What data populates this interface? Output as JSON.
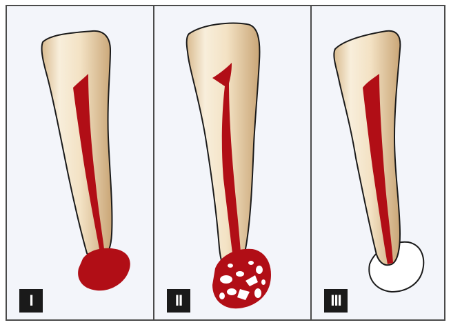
{
  "panels": [
    {
      "label": "I"
    },
    {
      "label": "II"
    },
    {
      "label": "III"
    }
  ],
  "colors": {
    "background": "#f3f5fa",
    "border": "#4a4a4a",
    "tooth_light": "#f7ecd6",
    "tooth_shadow": "#d7b98e",
    "outline": "#1a1a1a",
    "pulp": "#b10e16",
    "label_bg": "#1a1a1a",
    "label_text": "#ffffff"
  }
}
